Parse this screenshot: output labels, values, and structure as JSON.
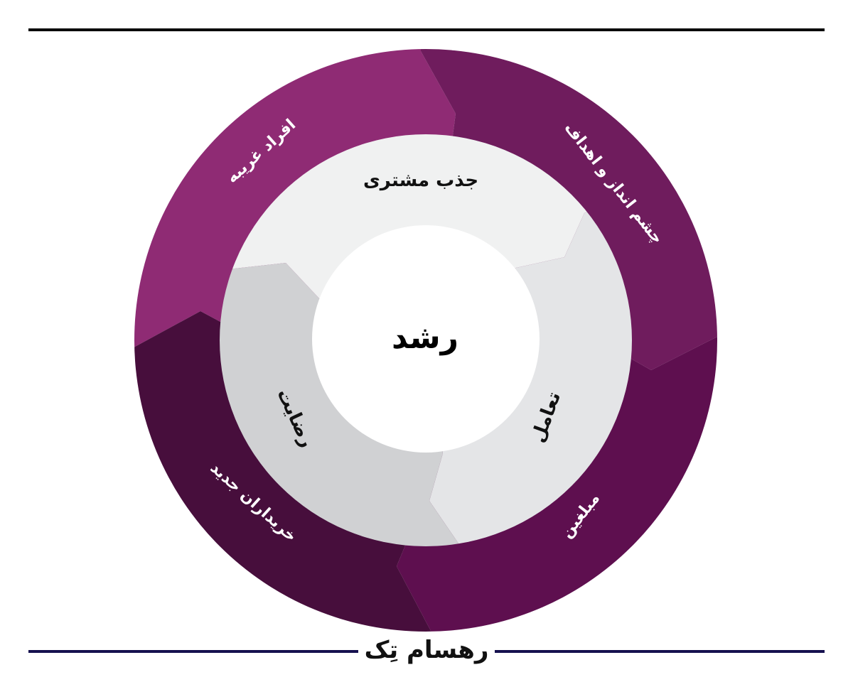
{
  "diagram": {
    "center_label": "رشد",
    "outer_ring": [
      {
        "label": "افراد غریبه",
        "color": "#8f2b74"
      },
      {
        "label": "چشم انداز و اهداف",
        "color": "#6f1c5d"
      },
      {
        "label": "مبلغین",
        "color": "#5e0f4f"
      },
      {
        "label": "خریداران جدید",
        "color": "#470e3c"
      }
    ],
    "inner_ring": [
      {
        "label": "جذب مشتری",
        "color": "#f0f1f1"
      },
      {
        "label": "تعامل",
        "color": "#e4e5e7"
      },
      {
        "label": "رضایت",
        "color": "#d0d1d3"
      }
    ],
    "center_color": "#ffffff"
  },
  "footer": {
    "brand": "رهسام تِک",
    "rule_color": "#16114f"
  },
  "header": {
    "rule_color": "#000000"
  }
}
